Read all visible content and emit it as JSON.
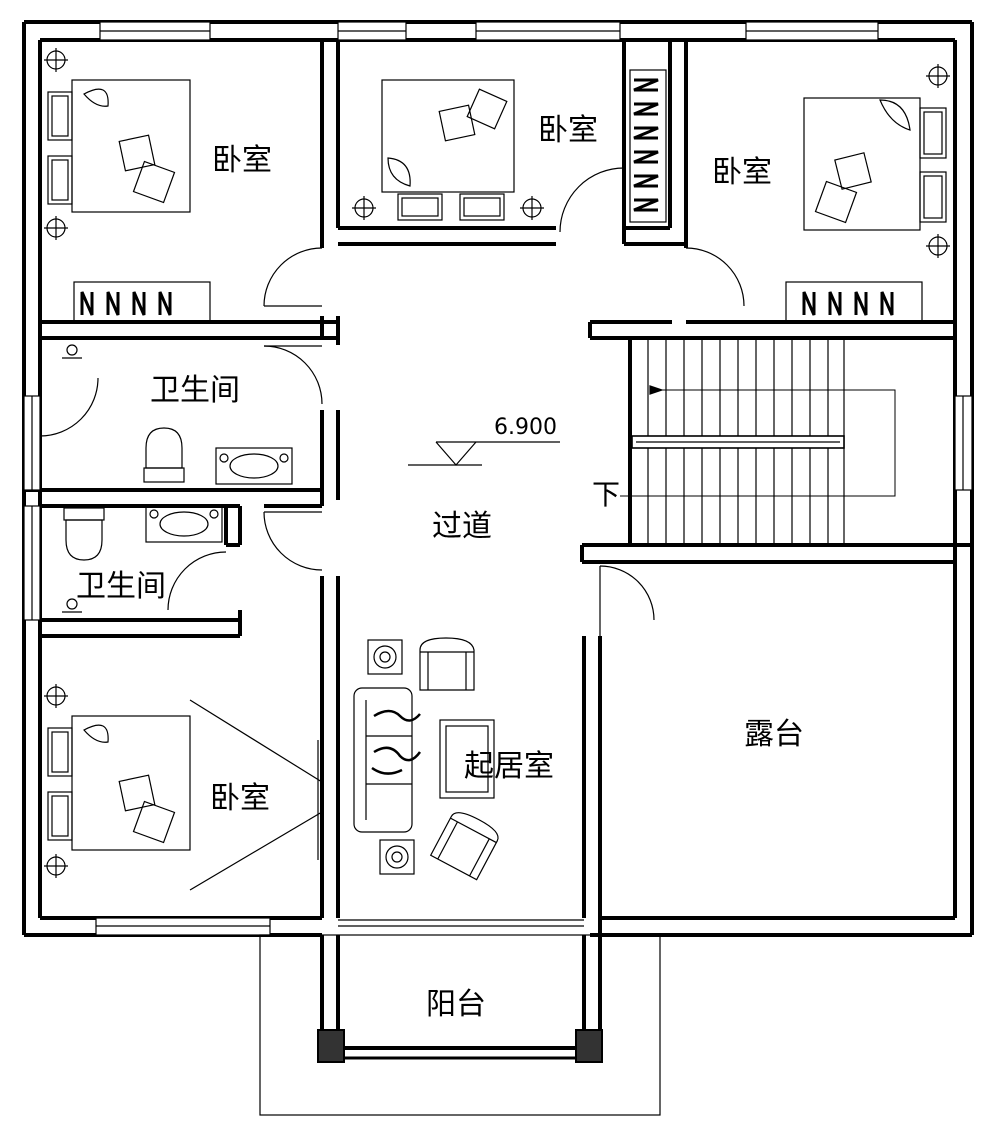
{
  "plan": {
    "rooms": [
      {
        "id": "bedroom-nw",
        "label": "卧室"
      },
      {
        "id": "bedroom-n",
        "label": "卧室"
      },
      {
        "id": "bedroom-ne",
        "label": "卧室"
      },
      {
        "id": "bathroom-1",
        "label": "卫生间"
      },
      {
        "id": "bathroom-2",
        "label": "卫生间"
      },
      {
        "id": "corridor",
        "label": "过道"
      },
      {
        "id": "living-room",
        "label": "起居室"
      },
      {
        "id": "terrace",
        "label": "露台"
      },
      {
        "id": "bedroom-sw",
        "label": "卧室"
      },
      {
        "id": "balcony",
        "label": "阳台"
      }
    ],
    "elevation_label": "6.900",
    "stair_down_label": "下"
  }
}
